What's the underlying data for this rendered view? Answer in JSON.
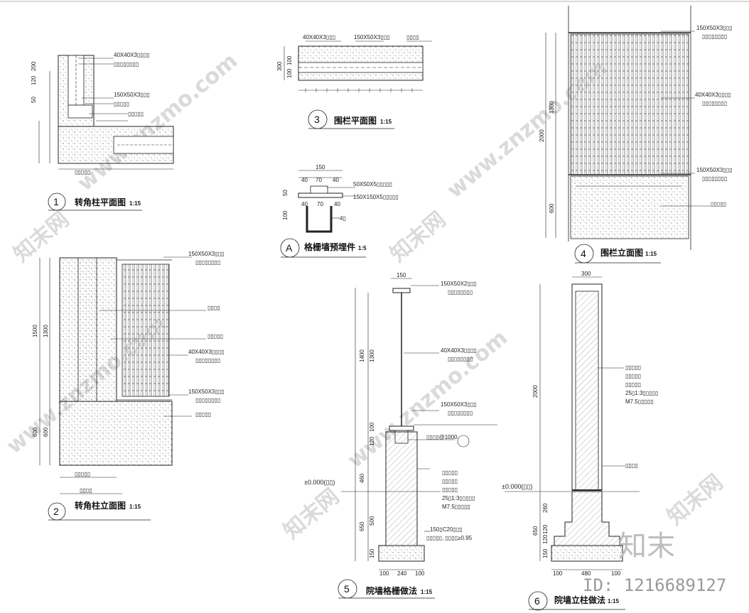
{
  "drawings": {
    "d1": {
      "number": "1",
      "title": "转角柱平面图",
      "scale": "1:15",
      "notes": [
        "40X40X3▯▯▯▯",
        "▯▯▯▯▯▯▯▯",
        "150X50X3▯▯▯",
        "▯▯▯▯▯",
        "▯▯▯▯▯"
      ],
      "dims": [
        "50",
        "120",
        "200",
        "▯▯▯▯▯"
      ]
    },
    "d2": {
      "number": "2",
      "title": "转角柱立面图",
      "scale": "1:15",
      "notes": [
        "150X50X3▯▯▯",
        "▯▯▯▯▯▯▯▯",
        "▯▯▯▯",
        "▯▯▯▯▯",
        "40X40X3▯▯▯▯",
        "▯▯▯▯▯▯▯▯",
        "150X50X3▯▯▯",
        "▯▯▯▯▯▯▯▯",
        "▯▯▯▯▯"
      ],
      "dims": [
        "1500",
        "1300",
        "600",
        "600",
        "▯▯▯▯▯",
        "▯▯▯▯"
      ]
    },
    "d3": {
      "number": "3",
      "title": "围栏平面图",
      "scale": "1:15",
      "notes": [
        "40X40X3▯▯▯",
        "150X50X3▯▯▯",
        "▯▯▯▯"
      ],
      "dims": [
        "300",
        "100",
        "100"
      ]
    },
    "d4": {
      "number": "4",
      "title": "围栏立面图",
      "scale": "1:15",
      "notes": [
        "150X50X3▯▯▯",
        "▯▯▯▯▯▯▯▯",
        "40X40X3▯▯▯▯",
        "▯▯▯▯▯▯▯▯",
        "150X50X3▯▯▯",
        "▯▯▯▯▯▯▯▯",
        "▯▯▯▯▯"
      ],
      "dims": [
        "1300",
        "2000",
        "600"
      ]
    },
    "dA": {
      "number": "A",
      "title": "格栅墙预埋件",
      "scale": "1:5",
      "notes": [
        "50X50X5▯▯▯▯▯",
        "150X150X5▯▯▯▯▯",
        "4▯"
      ],
      "dims": [
        "150",
        "40",
        "70",
        "40",
        "100",
        "50",
        "40",
        "70",
        "40"
      ]
    },
    "d5": {
      "number": "5",
      "title": "院墙格栅做法",
      "scale": "1:15",
      "notes": [
        "150X50X2▯▯▯",
        "▯▯▯▯▯▯▯▯",
        "40X40X3▯▯▯▯",
        "▯▯▯▯▯▯▯▯",
        "150X50X3▯▯▯",
        "▯▯▯▯▯▯▯▯",
        "▯▯▯▯@1000",
        "▯▯▯▯▯",
        "▯▯▯▯▯",
        "▯▯▯▯▯",
        "25▯1:3▯▯▯▯▯",
        "M7.5▯▯▯▯▯",
        "150▯C20▯▯▯",
        "▯▯▯▯▯, ▯▯▯▯≥0.95",
        "±0.000(▯▯)"
      ],
      "dims": [
        "150",
        "1400",
        "1300",
        "100",
        "120",
        "460",
        "500",
        "650",
        "150",
        "100",
        "240",
        "100"
      ]
    },
    "d6": {
      "number": "6",
      "title": "院墙立柱做法",
      "scale": "1:15",
      "notes": [
        "▯▯▯▯▯",
        "▯▯▯▯▯",
        "▯▯▯▯▯",
        "25▯1:3▯▯▯▯▯",
        "M7.5▯▯▯▯▯",
        "▯▯▯▯",
        "±0.000(▯▯)"
      ],
      "dims": [
        "300",
        "2000",
        "260",
        "650",
        "120",
        "120",
        "150",
        "100",
        "480",
        "100"
      ]
    }
  },
  "watermarks": {
    "site": "www.znzmo.com",
    "logo_text": "知末网",
    "brand": "知末",
    "id_label": "ID: 1216689127"
  },
  "colors": {
    "line": "#222222",
    "hatch": "#666666",
    "watermark": "#d6d6d6"
  }
}
